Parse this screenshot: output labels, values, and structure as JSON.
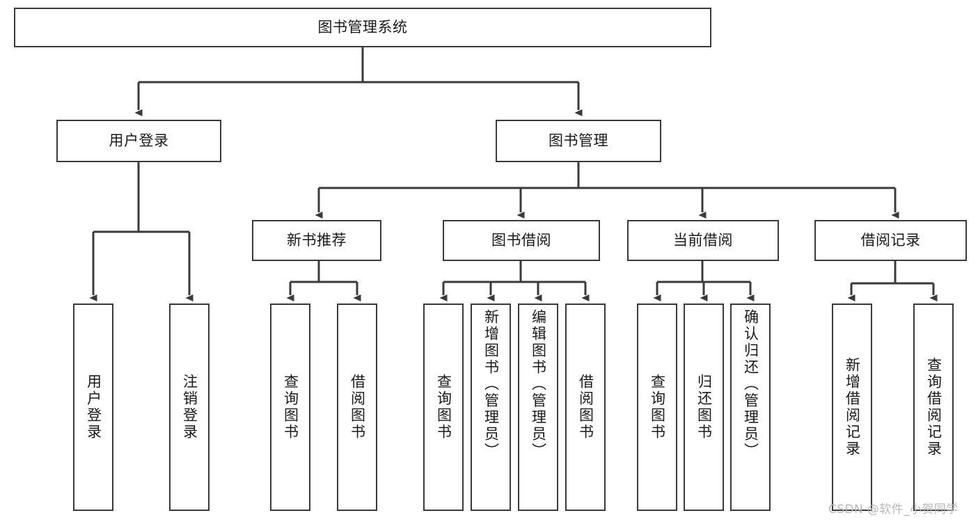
{
  "diagram": {
    "title": "图书管理系统",
    "type": "tree-hierarchy",
    "root": {
      "label": "图书管理系统"
    },
    "level1": [
      {
        "label": "用户登录"
      },
      {
        "label": "图书管理"
      }
    ],
    "level2": [
      {
        "label": "新书推荐"
      },
      {
        "label": "图书借阅"
      },
      {
        "label": "当前借阅"
      },
      {
        "label": "借阅记录"
      }
    ],
    "leaves": {
      "user_login": [
        {
          "label": "用户登录"
        },
        {
          "label": "注销登录"
        }
      ],
      "new_book_recommend": [
        {
          "label": "查询图书"
        },
        {
          "label": "借阅图书"
        }
      ],
      "book_borrow": [
        {
          "label": "查询图书"
        },
        {
          "label": "新增图书（管理员）"
        },
        {
          "label": "编辑图书（管理员）"
        },
        {
          "label": "借阅图书"
        }
      ],
      "current_borrow": [
        {
          "label": "查询图书"
        },
        {
          "label": "归还图书"
        },
        {
          "label": "确认归还（管理员）"
        }
      ],
      "borrow_record": [
        {
          "label": "新增借阅记录"
        },
        {
          "label": "查询借阅记录"
        }
      ]
    }
  },
  "watermark": {
    "text": "CSDN @软件_小贺同学"
  },
  "colors": {
    "border": "#3a3a3a",
    "background": "#ffffff",
    "text": "#1a1a1a",
    "watermark": "#b9b9b9"
  }
}
